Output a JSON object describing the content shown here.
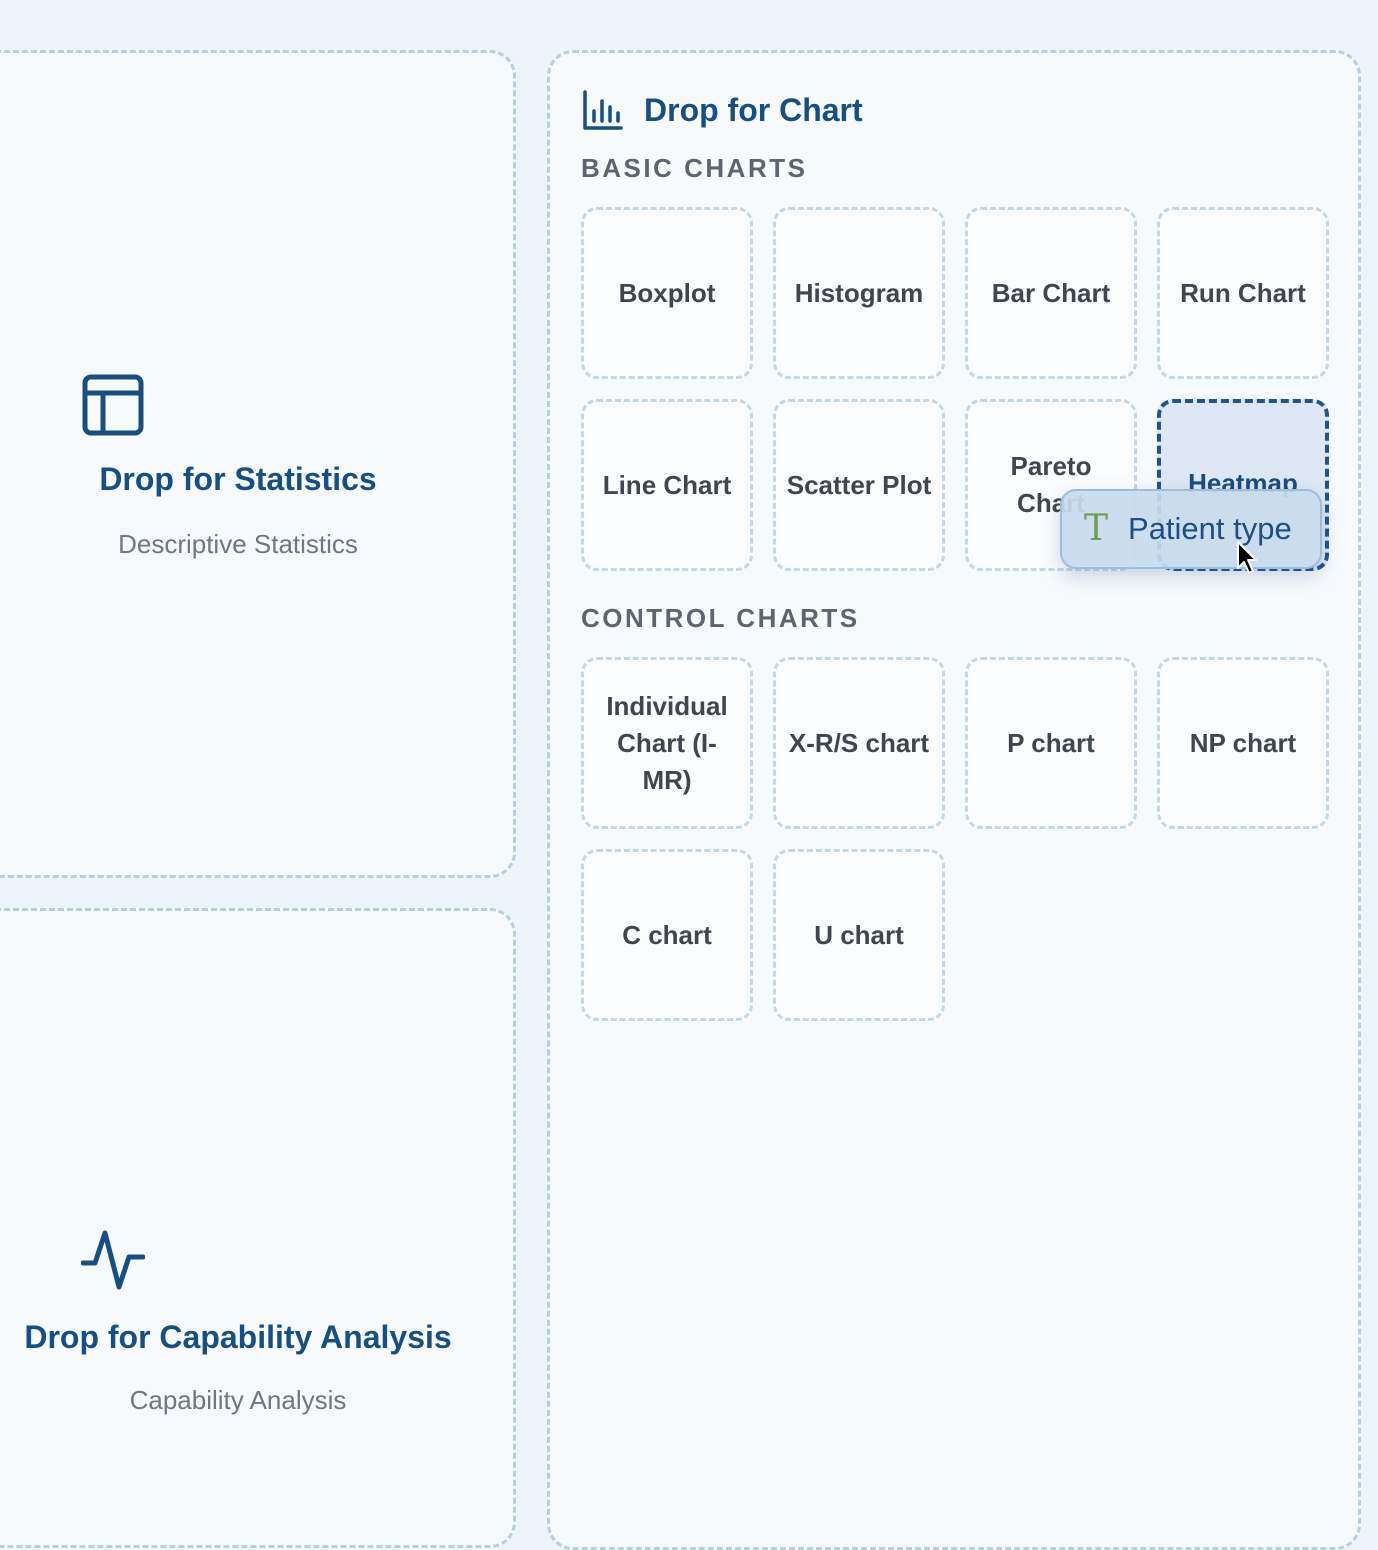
{
  "statistics_zone": {
    "icon": "table-icon",
    "title": "Drop for Statistics",
    "subtitle": "Descriptive Statistics"
  },
  "capability_zone": {
    "icon": "activity-icon",
    "title": "Drop for Capability Analysis",
    "subtitle": "Capability Analysis"
  },
  "chart_zone": {
    "icon": "bar-chart-icon",
    "title": "Drop for Chart",
    "basic_section_label": "BASIC CHARTS",
    "control_section_label": "CONTROL CHARTS",
    "basic_charts": [
      {
        "label": "Boxplot"
      },
      {
        "label": "Histogram"
      },
      {
        "label": "Bar Chart"
      },
      {
        "label": "Run Chart"
      },
      {
        "label": "Line Chart"
      },
      {
        "label": "Scatter Plot"
      },
      {
        "label": "Pareto Chart"
      },
      {
        "label": "Heatmap",
        "active": true
      }
    ],
    "control_charts": [
      {
        "label": "Individual Chart (I-MR)"
      },
      {
        "label": "X-R/S chart"
      },
      {
        "label": "P chart"
      },
      {
        "label": "NP chart"
      },
      {
        "label": "C chart"
      },
      {
        "label": "U chart"
      }
    ]
  },
  "drag_item": {
    "icon": "text-type-icon",
    "icon_glyph": "T",
    "label": "Patient type"
  },
  "colors": {
    "accent": "#174f83",
    "active_border": "#1c5591",
    "tile_border": "#c4d7e7",
    "text_icon": "#6c9f52"
  }
}
